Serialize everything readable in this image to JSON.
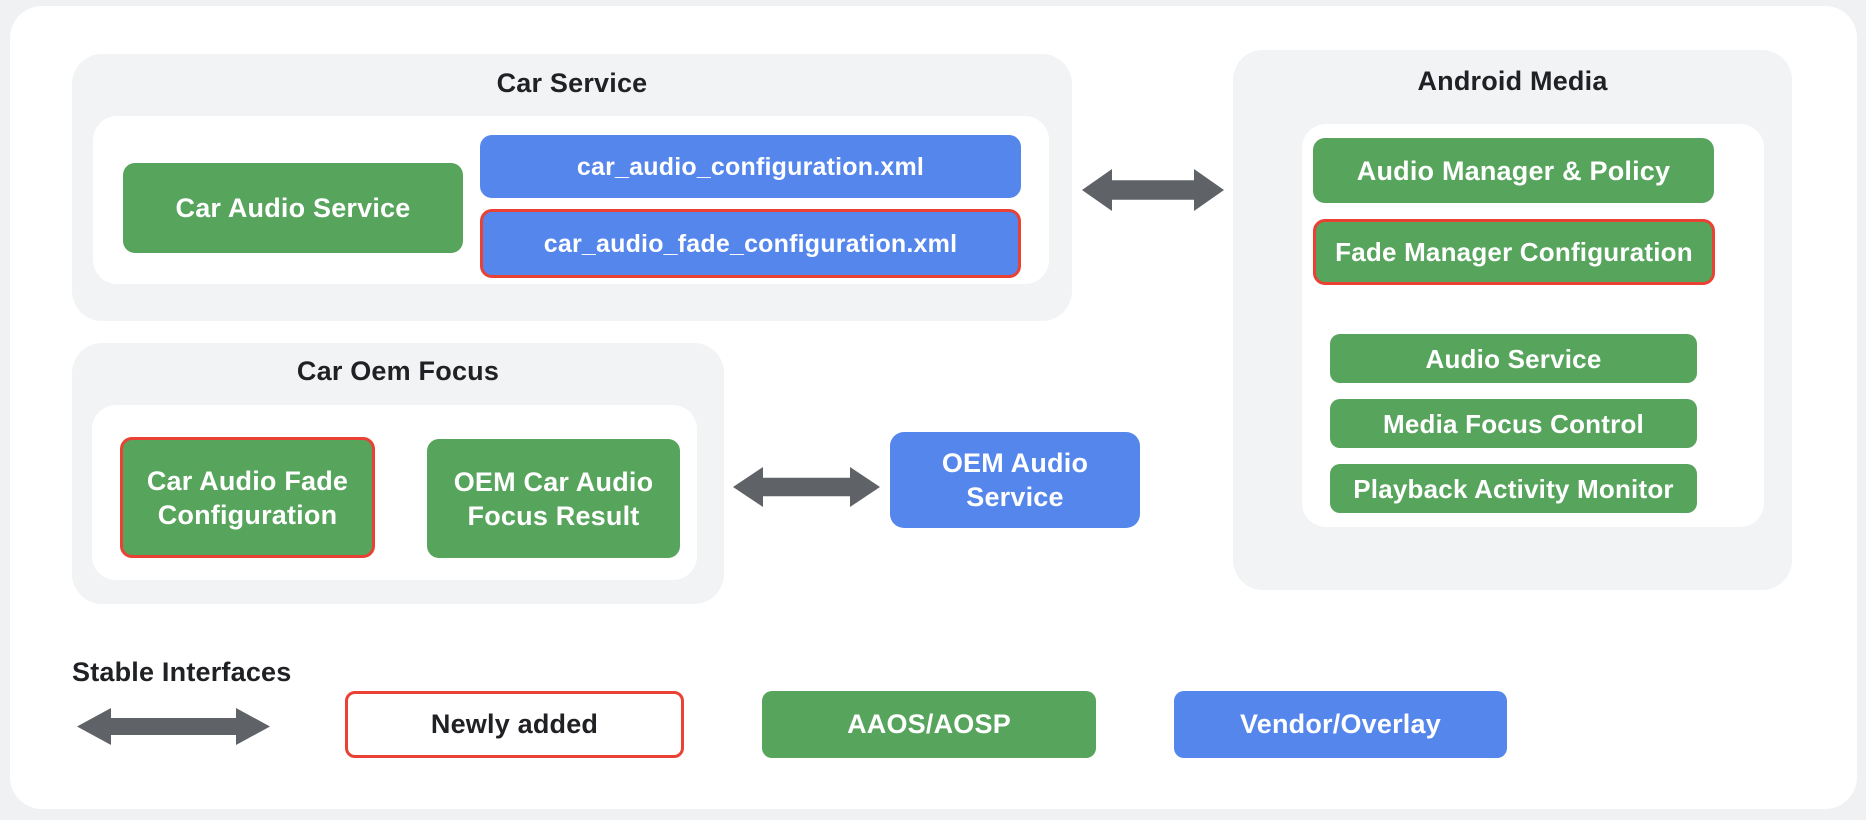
{
  "colors": {
    "page_bg": "#eff1f3",
    "card_bg": "#ffffff",
    "panel_bg": "#f1f3f4",
    "green": "#57a45c",
    "blue": "#5486ec",
    "red_outline": "#e94235",
    "arrow": "#5f6368",
    "title_text": "#202124",
    "node_text": "#ffffff"
  },
  "groups": {
    "car_service": {
      "title": "Car Service",
      "nodes": {
        "car_audio_service": "Car Audio Service",
        "car_audio_configuration_xml": "car_audio_configuration.xml",
        "car_audio_fade_configuration_xml": "car_audio_fade_configuration.xml"
      }
    },
    "car_oem_focus": {
      "title": "Car Oem Focus",
      "nodes": {
        "car_audio_fade_configuration": "Car Audio Fade Configuration",
        "oem_car_audio_focus_result": "OEM Car Audio Focus Result"
      }
    },
    "android_media": {
      "title": "Android Media",
      "nodes": {
        "audio_manager_policy": "Audio Manager & Policy",
        "fade_manager_configuration": "Fade Manager Configuration",
        "audio_service": "Audio Service",
        "media_focus_control": "Media Focus Control",
        "playback_activity_monitor": "Playback Activity Monitor"
      }
    },
    "oem_audio_service": {
      "label": "OEM Audio Service"
    }
  },
  "legend": {
    "stable_interfaces_label": "Stable Interfaces",
    "newly_added": "Newly added",
    "aaos_aosp": "AAOS/AOSP",
    "vendor_overlay": "Vendor/Overlay"
  }
}
